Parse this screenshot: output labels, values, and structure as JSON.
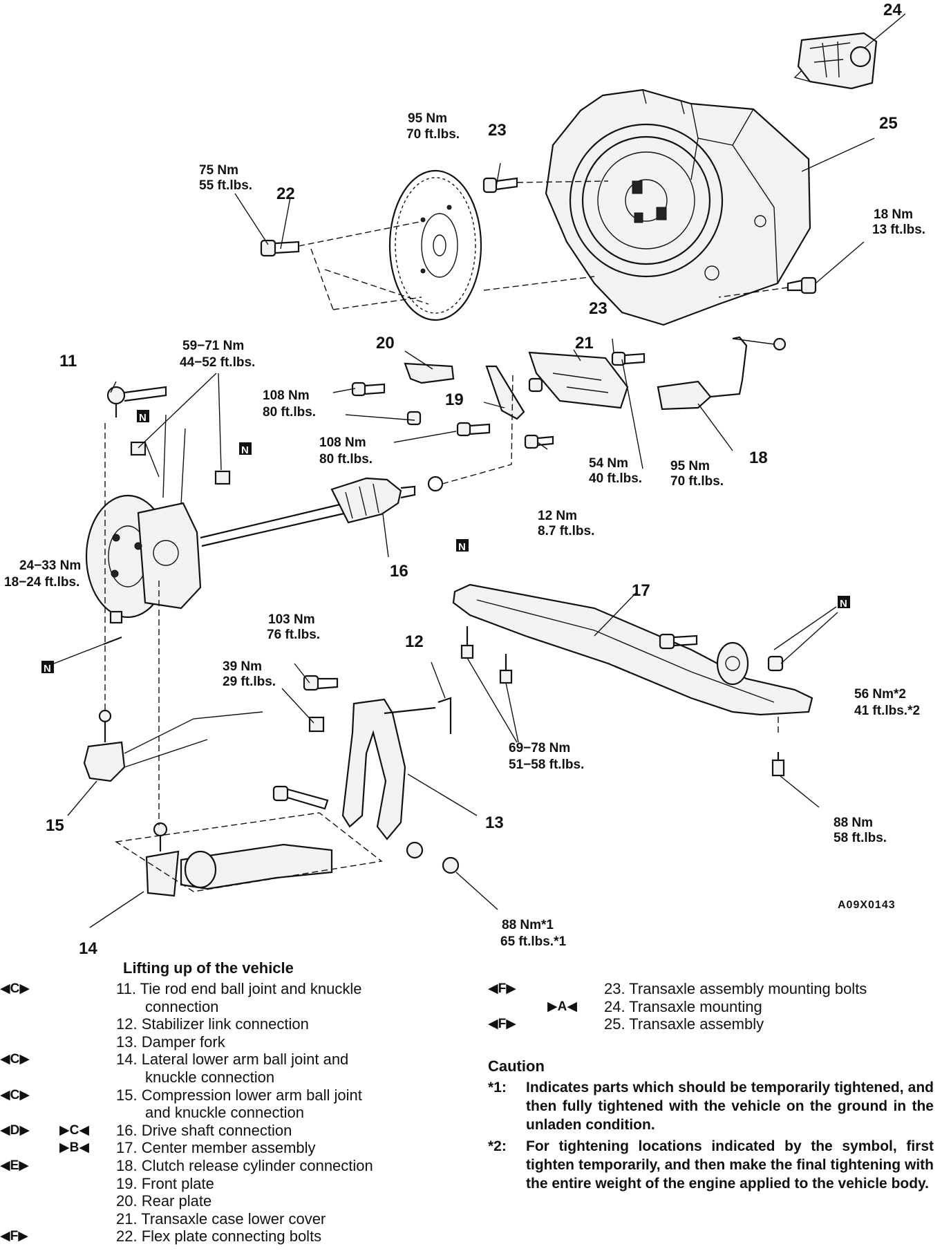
{
  "figure_id": "A09X0143",
  "callouts": [
    {
      "n": "11"
    },
    {
      "n": "12"
    },
    {
      "n": "13"
    },
    {
      "n": "14"
    },
    {
      "n": "15"
    },
    {
      "n": "16"
    },
    {
      "n": "17"
    },
    {
      "n": "18"
    },
    {
      "n": "19"
    },
    {
      "n": "20"
    },
    {
      "n": "21"
    },
    {
      "n": "22"
    },
    {
      "n": "23"
    },
    {
      "n": "23"
    },
    {
      "n": "24"
    },
    {
      "n": "25"
    }
  ],
  "torques": [
    {
      "nm": "95 Nm",
      "ft": "70 ft.lbs."
    },
    {
      "nm": "75 Nm",
      "ft": "55 ft.lbs."
    },
    {
      "nm": "18 Nm",
      "ft": "13 ft.lbs."
    },
    {
      "nm": "59−71 Nm",
      "ft": "44−52 ft.lbs."
    },
    {
      "nm": "108 Nm",
      "ft": "80 ft.lbs."
    },
    {
      "nm": "108 Nm",
      "ft": "80 ft.lbs."
    },
    {
      "nm": "54 Nm",
      "ft": "40 ft.lbs."
    },
    {
      "nm": "95 Nm",
      "ft": "70 ft.lbs."
    },
    {
      "nm": "12 Nm",
      "ft": "8.7 ft.lbs."
    },
    {
      "nm": "24−33 Nm",
      "ft": "18−24 ft.lbs."
    },
    {
      "nm": "103 Nm",
      "ft": "76 ft.lbs."
    },
    {
      "nm": "39 Nm",
      "ft": "29 ft.lbs."
    },
    {
      "nm": "56 Nm*2",
      "ft": "41 ft.lbs.*2"
    },
    {
      "nm": "69−78 Nm",
      "ft": "51−58 ft.lbs."
    },
    {
      "nm": "88 Nm",
      "ft": "58 ft.lbs."
    },
    {
      "nm": "88 Nm*1",
      "ft": "65 ft.lbs.*1"
    }
  ],
  "nut_symbol": "N",
  "legend": {
    "heading": "Lifting up of the vehicle",
    "left_items": [
      {
        "sym1": "◀C▶",
        "sym2": "",
        "lines": [
          "11. Tie rod end ball joint and knuckle",
          "connection"
        ]
      },
      {
        "sym1": "",
        "sym2": "",
        "lines": [
          "12. Stabilizer link connection"
        ]
      },
      {
        "sym1": "",
        "sym2": "",
        "lines": [
          "13. Damper fork"
        ]
      },
      {
        "sym1": "◀C▶",
        "sym2": "",
        "lines": [
          "14. Lateral lower arm ball joint and",
          "knuckle connection"
        ]
      },
      {
        "sym1": "◀C▶",
        "sym2": "",
        "lines": [
          "15. Compression lower arm ball joint",
          "and knuckle connection"
        ]
      },
      {
        "sym1": "◀D▶",
        "sym2": "▶C◀",
        "lines": [
          "16. Drive shaft connection"
        ]
      },
      {
        "sym1": "",
        "sym2": "▶B◀",
        "lines": [
          "17. Center member assembly"
        ]
      },
      {
        "sym1": "◀E▶",
        "sym2": "",
        "lines": [
          "18. Clutch release cylinder connection"
        ]
      },
      {
        "sym1": "",
        "sym2": "",
        "lines": [
          "19. Front plate"
        ]
      },
      {
        "sym1": "",
        "sym2": "",
        "lines": [
          "20. Rear plate"
        ]
      },
      {
        "sym1": "",
        "sym2": "",
        "lines": [
          "21. Transaxle case lower cover"
        ]
      },
      {
        "sym1": "◀F▶",
        "sym2": "",
        "lines": [
          "22. Flex plate connecting bolts"
        ]
      }
    ],
    "right_items": [
      {
        "sym1": "◀F▶",
        "sym2": "",
        "lines": [
          "23. Transaxle assembly mounting bolts"
        ]
      },
      {
        "sym1": "",
        "sym2": "▶A◀",
        "lines": [
          "24. Transaxle mounting"
        ]
      },
      {
        "sym1": "◀F▶",
        "sym2": "",
        "lines": [
          "25. Transaxle assembly"
        ]
      }
    ]
  },
  "caution": {
    "title": "Caution",
    "notes": [
      {
        "mark": "*1:",
        "text": "Indicates parts which should be temporarily tightened, and then fully tightened with the vehicle on the ground in the unladen condition."
      },
      {
        "mark": "*2:",
        "text": "For tightening locations indicated by the symbol, first tighten temporarily, and then make the final tightening with the entire weight of the engine applied to the vehicle body."
      }
    ]
  }
}
